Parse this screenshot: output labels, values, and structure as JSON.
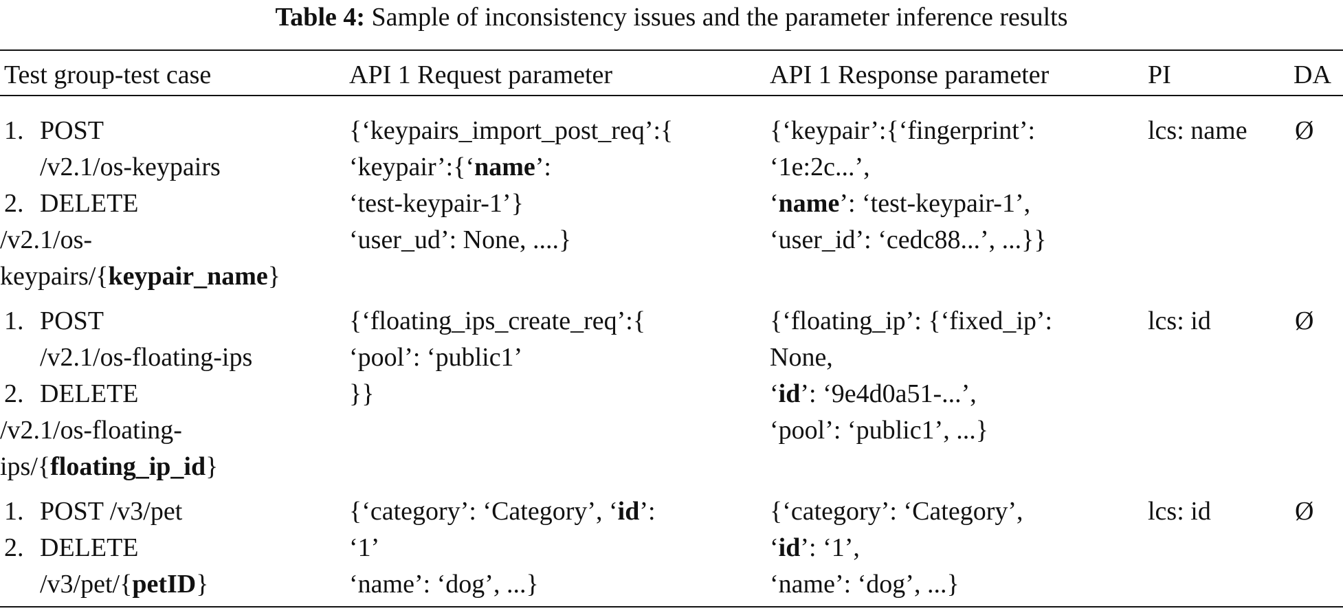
{
  "caption": {
    "label": "Table 4:",
    "text": "Sample of inconsistency issues and the parameter inference results"
  },
  "table": {
    "headers": [
      "Test group-test case",
      "API 1 Request parameter",
      "API 1 Response parameter",
      "PI",
      "DA"
    ],
    "rows": [
      {
        "test_case": {
          "step1_num": "1.",
          "step1_a": "POST",
          "step1_b": "/v2.1/os-keypairs",
          "step2_num": "2.",
          "step2_a": "DELETE",
          "step2_b": "/v2.1/os-",
          "step2_c_pre": "keypairs/{",
          "step2_c_bold": "keypair_name",
          "step2_c_post": "}"
        },
        "request": {
          "l1": "{‘keypairs_import_post_req’:{",
          "l2_pre": "‘keypair’:{‘",
          "l2_bold": "name",
          "l2_post": "’:",
          "l3": "‘test-keypair-1’}",
          "l4": "‘user_ud’: None, ....}"
        },
        "response": {
          "l1": "{‘keypair’:{‘fingerprint’:",
          "l2": "‘1e:2c...’,",
          "l3_pre": "‘",
          "l3_bold": "name",
          "l3_post": "’: ‘test-keypair-1’,",
          "l4": "‘user_id’: ‘cedc88...’, ...}}"
        },
        "pi": "lcs: name",
        "da": "Ø"
      },
      {
        "test_case": {
          "step1_num": "1.",
          "step1_a": "POST",
          "step1_b": "/v2.1/os-floating-ips",
          "step2_num": "2.",
          "step2_a": "DELETE",
          "step2_b": "/v2.1/os-floating-",
          "step2_c_pre": "ips/{",
          "step2_c_bold": "floating_ip_id",
          "step2_c_post": "}"
        },
        "request": {
          "l1": "{‘floating_ips_create_req’:{",
          "l2": "‘pool’: ‘public1’",
          "l3": "}}"
        },
        "response": {
          "l1": "{‘floating_ip’: {‘fixed_ip’:",
          "l2": "None,",
          "l3_pre": "‘",
          "l3_bold": "id",
          "l3_post": "’: ‘9e4d0a51-...’,",
          "l4": "‘pool’: ‘public1’, ...}"
        },
        "pi": "lcs: id",
        "da": "Ø"
      },
      {
        "test_case": {
          "step1_num": "1.",
          "step1_a": "POST /v3/pet",
          "step2_num": "2.",
          "step2_a": "DELETE",
          "step2_b_pre": "/v3/pet/{",
          "step2_b_bold": "petID",
          "step2_b_post": "}"
        },
        "request": {
          "l1_pre": "{‘category’: ‘Category’, ‘",
          "l1_bold": "id",
          "l1_post": "’:",
          "l2": "‘1’",
          "l3": "‘name’: ‘dog’, ...}"
        },
        "response": {
          "l1": "{‘category’: ‘Category’,",
          "l2_pre": "‘",
          "l2_bold": "id",
          "l2_post": "’: ‘1’,",
          "l3": "‘name’: ‘dog’, ...}"
        },
        "pi": "lcs: id",
        "da": "Ø"
      }
    ]
  }
}
